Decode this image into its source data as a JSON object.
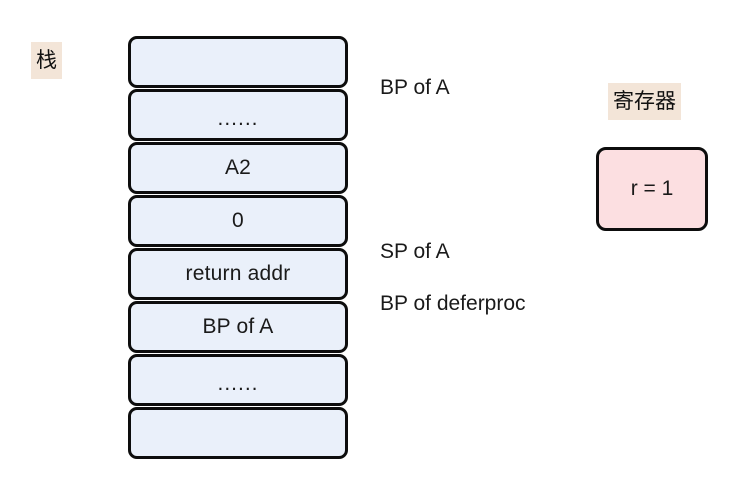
{
  "diagram": {
    "sections": {
      "stack": {
        "caption": "栈"
      },
      "register": {
        "caption": "寄存器"
      }
    },
    "stack_cells": [
      {
        "label": ""
      },
      {
        "label": "......"
      },
      {
        "label": "A2"
      },
      {
        "label": "0"
      },
      {
        "label": "return addr"
      },
      {
        "label": "BP of A"
      },
      {
        "label": "......"
      },
      {
        "label": ""
      }
    ],
    "annotations": [
      {
        "text": "BP of A"
      },
      {
        "text": "SP of A"
      },
      {
        "text": "BP of deferproc"
      }
    ],
    "register": {
      "value": "r = 1"
    },
    "colors": {
      "cell_fill": "#eaf0fa",
      "cell_border": "#0d0d0d",
      "register_fill": "#fcdfe1",
      "caption_highlight": "#f3e5d8",
      "background": "#ffffff",
      "text": "#1a1a1a"
    }
  }
}
